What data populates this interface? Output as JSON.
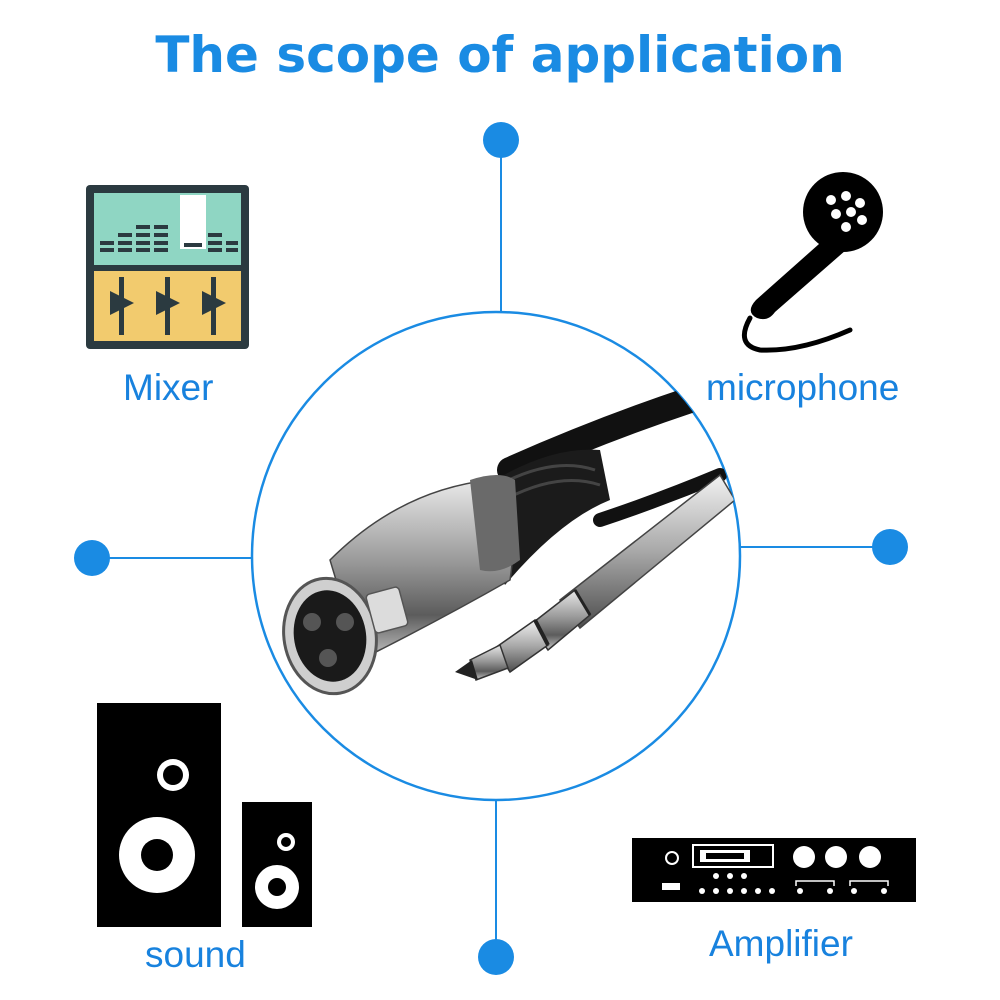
{
  "title": "The scope of application",
  "labels": {
    "mixer": "Mixer",
    "microphone": "microphone",
    "sound": "sound",
    "amplifier": "Amplifier"
  },
  "colors": {
    "accent": "#1A8BE3",
    "label": "#1882DE",
    "icon_dark": "#2B3A40",
    "mixer_teal": "#8FD6C3",
    "mixer_yellow": "#F2CB6E",
    "black": "#000000"
  },
  "icons": [
    "mixer-icon",
    "microphone-icon",
    "speakers-icon",
    "amplifier-icon",
    "xlr-to-jack-cable-image"
  ]
}
